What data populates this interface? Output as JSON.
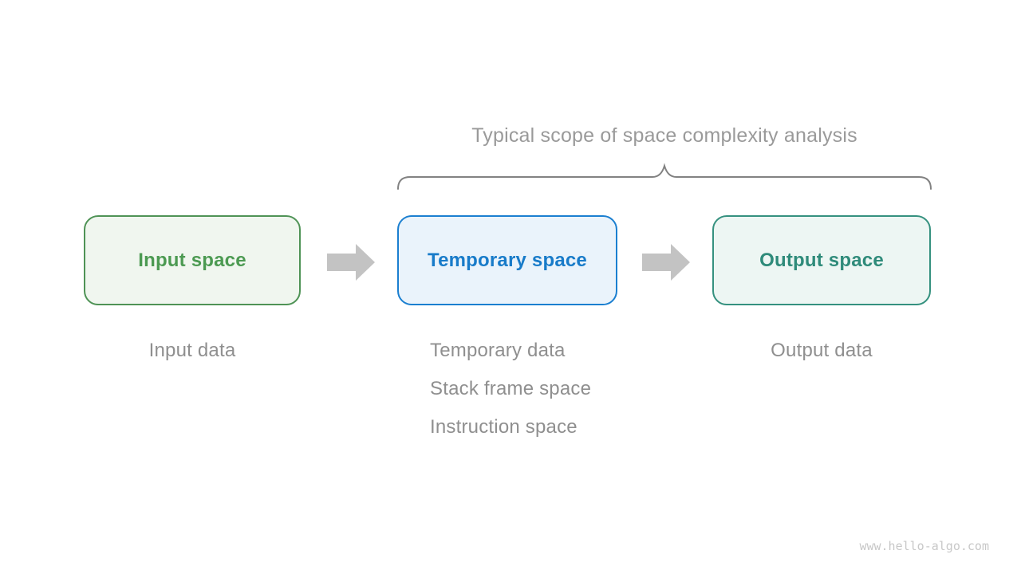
{
  "title": "Typical scope of space complexity analysis",
  "boxes": [
    {
      "label": "Input space"
    },
    {
      "label": "Temporary space"
    },
    {
      "label": "Output space"
    }
  ],
  "captions": {
    "input": "Input data",
    "temporary": [
      "Temporary data",
      "Stack frame space",
      "Instruction space"
    ],
    "output": "Output data"
  },
  "watermark": "www.hello-algo.com",
  "colors": {
    "input_border": "#4f9356",
    "input_fill": "#f0f6ef",
    "input_text": "#4c9a52",
    "temporary_border": "#1b7fd0",
    "temporary_fill": "#eaf3fb",
    "temporary_text": "#187bc9",
    "output_border": "#35917f",
    "output_fill": "#edf6f3",
    "output_text": "#2f8b7a",
    "arrow": "#c3c3c3",
    "brace": "#828282",
    "title_text": "#9a9a9a",
    "caption_text": "#8f8f8f",
    "watermark_text": "#c8c8c8"
  }
}
